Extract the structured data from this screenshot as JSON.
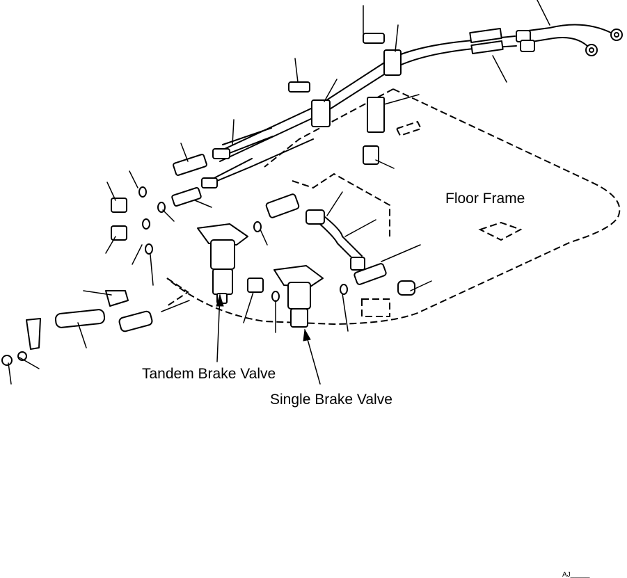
{
  "labels": {
    "floor_frame": "Floor Frame",
    "tandem_brake_valve": "Tandem Brake Valve",
    "single_brake_valve": "Single Brake Valve"
  },
  "reference_code": "AJ_____"
}
